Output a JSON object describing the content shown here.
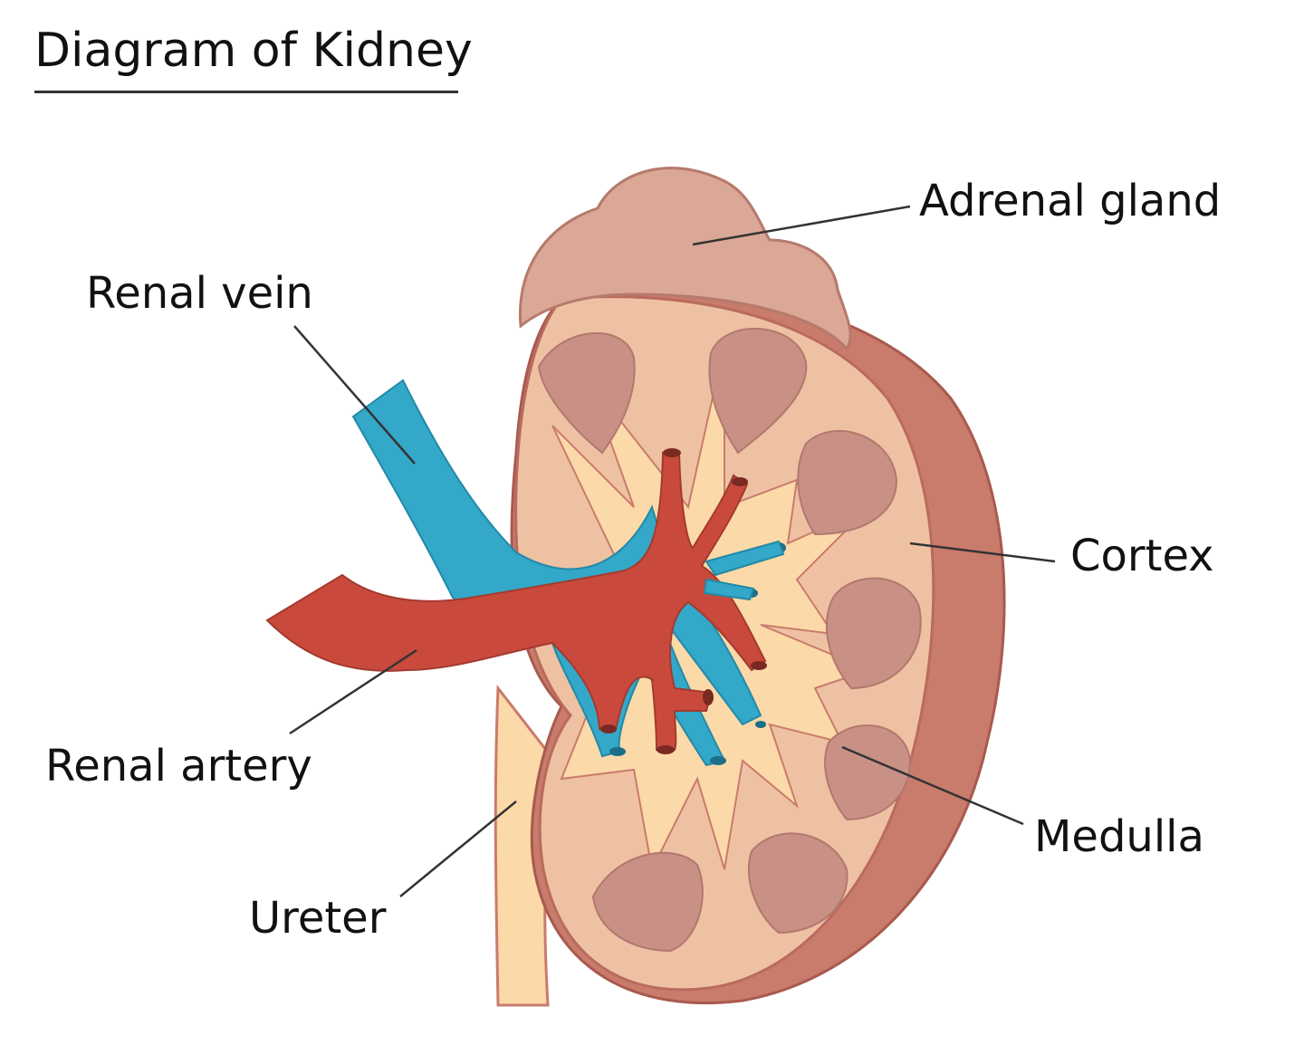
{
  "title": "Diagram of Kidney",
  "labels": {
    "adrenal_gland": "Adrenal gland",
    "renal_vein": "Renal vein",
    "cortex": "Cortex",
    "renal_artery": "Renal artery",
    "medulla": "Medulla",
    "ureter": "Ureter"
  },
  "colors": {
    "cortex": "#efc1a3",
    "capsule": "#c97b6c",
    "medulla": "#c99186",
    "pelvis": "#fcd9a8",
    "adrenal": "#dba796",
    "vein": "#33a8c9",
    "artery": "#c94a3d"
  }
}
